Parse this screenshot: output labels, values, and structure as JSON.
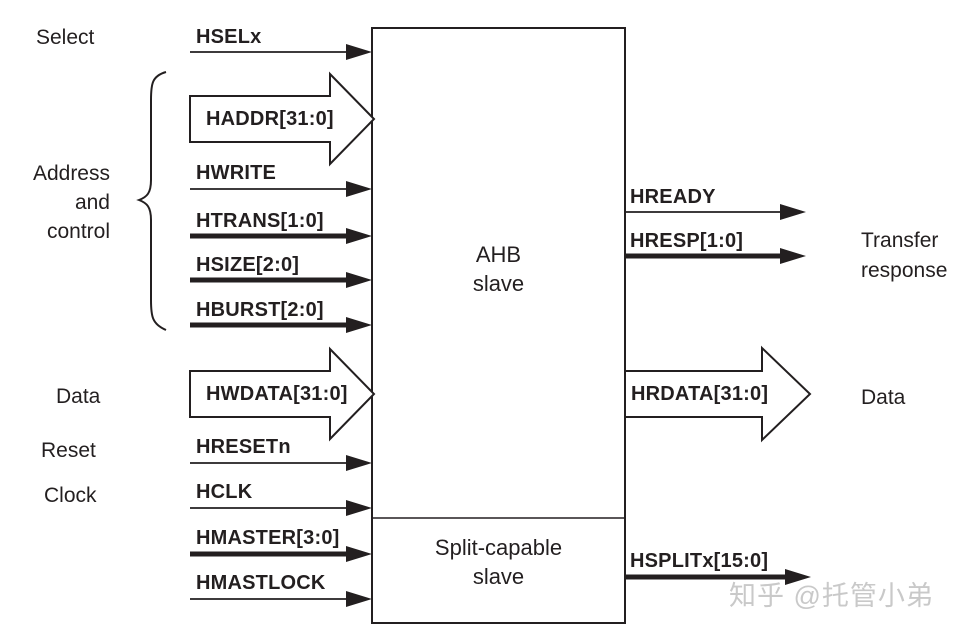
{
  "left_labels": {
    "select": "Select",
    "address_group": "Address\nand\ncontrol",
    "data": "Data",
    "reset": "Reset",
    "clock": "Clock"
  },
  "inputs": [
    {
      "name": "HSELx",
      "line": "thin"
    },
    {
      "name": "HADDR[31:0]",
      "line": "bus-arrow"
    },
    {
      "name": "HWRITE",
      "line": "thin"
    },
    {
      "name": "HTRANS[1:0]",
      "line": "thick"
    },
    {
      "name": "HSIZE[2:0]",
      "line": "thick"
    },
    {
      "name": "HBURST[2:0]",
      "line": "thick"
    },
    {
      "name": "HWDATA[31:0]",
      "line": "bus-arrow"
    },
    {
      "name": "HRESETn",
      "line": "thin"
    },
    {
      "name": "HCLK",
      "line": "thin"
    },
    {
      "name": "HMASTER[3:0]",
      "line": "thick"
    },
    {
      "name": "HMASTLOCK",
      "line": "thin"
    }
  ],
  "outputs": [
    {
      "name": "HREADY",
      "line": "thin"
    },
    {
      "name": "HRESP[1:0]",
      "line": "thick"
    },
    {
      "name": "HRDATA[31:0]",
      "line": "bus-arrow"
    },
    {
      "name": "HSPLITx[15:0]",
      "line": "thick"
    }
  ],
  "blocks": {
    "main": "AHB\nslave",
    "split": "Split-capable\nslave"
  },
  "right_labels": {
    "transfer": "Transfer\nresponse",
    "data": "Data"
  },
  "watermark": "知乎 @托管小弟",
  "colors": {
    "ink": "#231f20",
    "watermark": "#c9c9c9",
    "background": "#ffffff"
  }
}
